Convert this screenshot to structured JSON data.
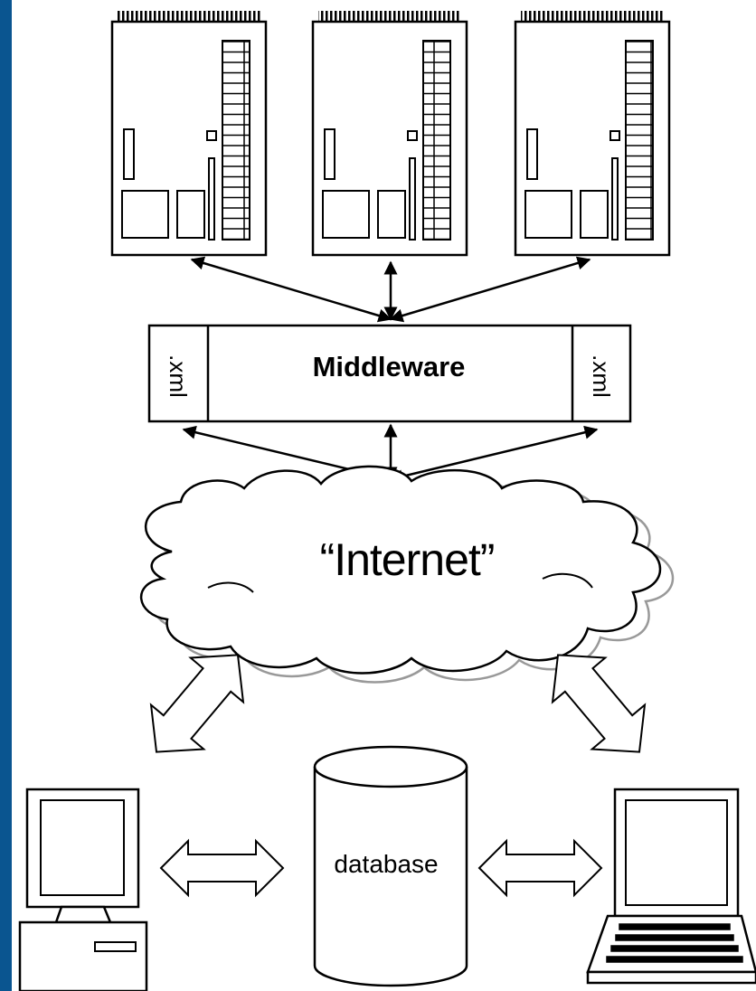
{
  "middleware": {
    "label": "Middleware",
    "left_tag": ".xml",
    "right_tag": ".xml"
  },
  "cloud": {
    "label": "“Internet”"
  },
  "database": {
    "label": "database"
  },
  "colors": {
    "frame": "#0a5590",
    "panel": "#ffffff",
    "ink": "#000000",
    "shadow": "#999999"
  },
  "icons": [
    "server-card-icon",
    "server-card-icon",
    "server-card-icon",
    "cloud-icon",
    "desktop-computer-icon",
    "database-cylinder-icon",
    "laptop-icon"
  ]
}
